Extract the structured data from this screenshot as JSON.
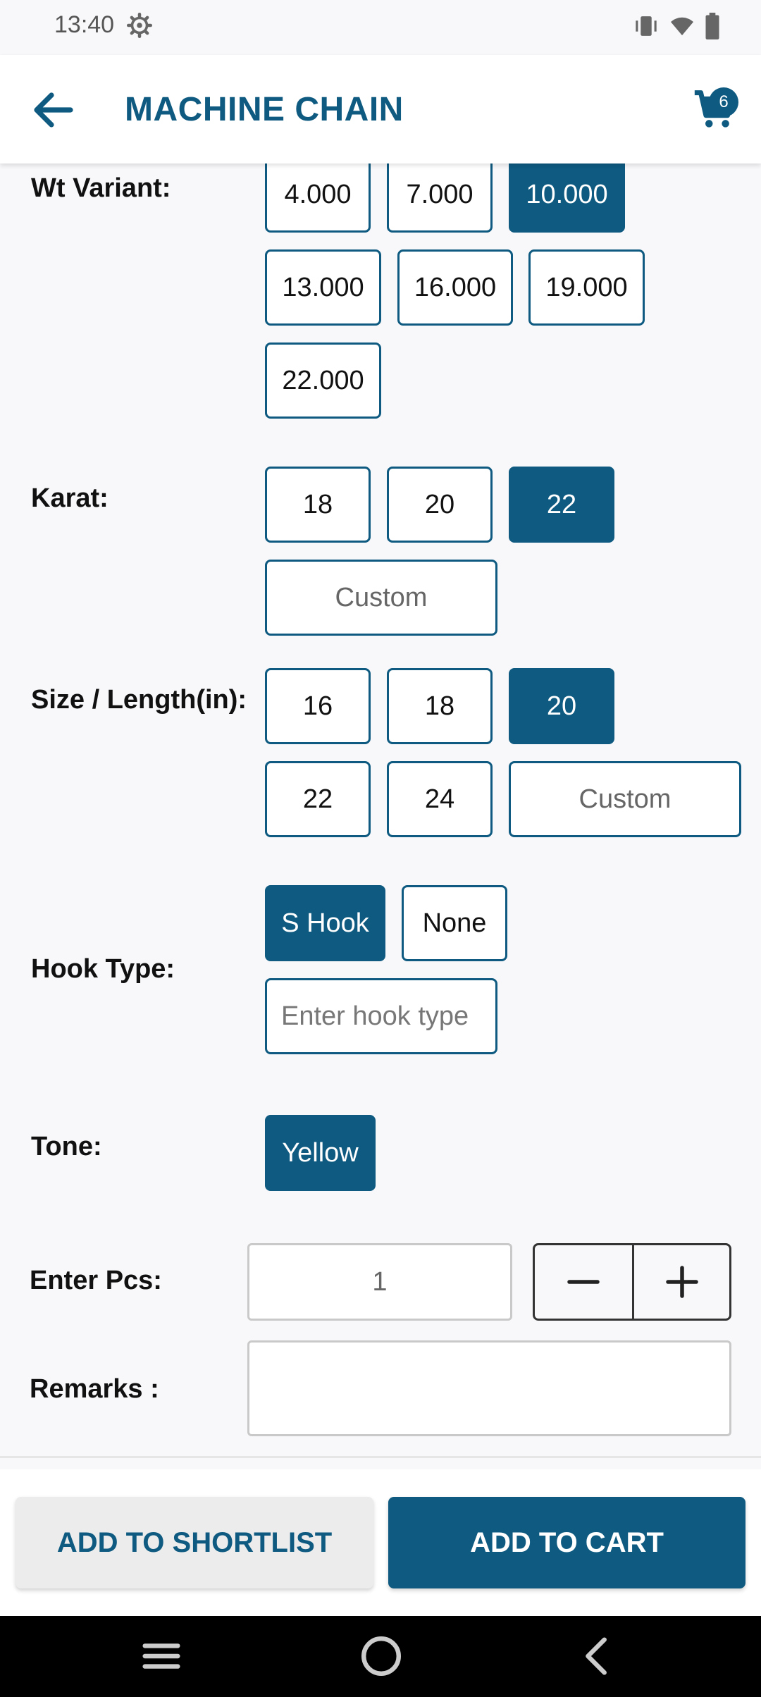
{
  "status": {
    "time": "13:40"
  },
  "header": {
    "title": "MACHINE CHAIN",
    "cart_count": "6"
  },
  "wt_variant": {
    "label": "Wt Variant:",
    "options": [
      "4.000",
      "7.000",
      "10.000",
      "13.000",
      "16.000",
      "19.000",
      "22.000"
    ],
    "selected": "10.000"
  },
  "karat": {
    "label": "Karat:",
    "options": [
      "18",
      "20",
      "22"
    ],
    "selected": "22",
    "custom_label": "Custom"
  },
  "size": {
    "label": "Size / Length(in):",
    "options": [
      "16",
      "18",
      "20",
      "22",
      "24"
    ],
    "selected": "20",
    "custom_label": "Custom"
  },
  "hook": {
    "label": "Hook Type:",
    "options": [
      "S Hook",
      "None"
    ],
    "selected": "S Hook",
    "input_placeholder": "Enter hook type"
  },
  "tone": {
    "label": "Tone:",
    "options": [
      "Yellow"
    ],
    "selected": "Yellow"
  },
  "pcs": {
    "label": "Enter Pcs:",
    "value": "1"
  },
  "remarks": {
    "label": "Remarks :",
    "value": ""
  },
  "actions": {
    "shortlist": "ADD TO SHORTLIST",
    "cart": "ADD TO CART"
  },
  "colors": {
    "primary": "#0e5a80",
    "background": "#f8f8fa"
  }
}
